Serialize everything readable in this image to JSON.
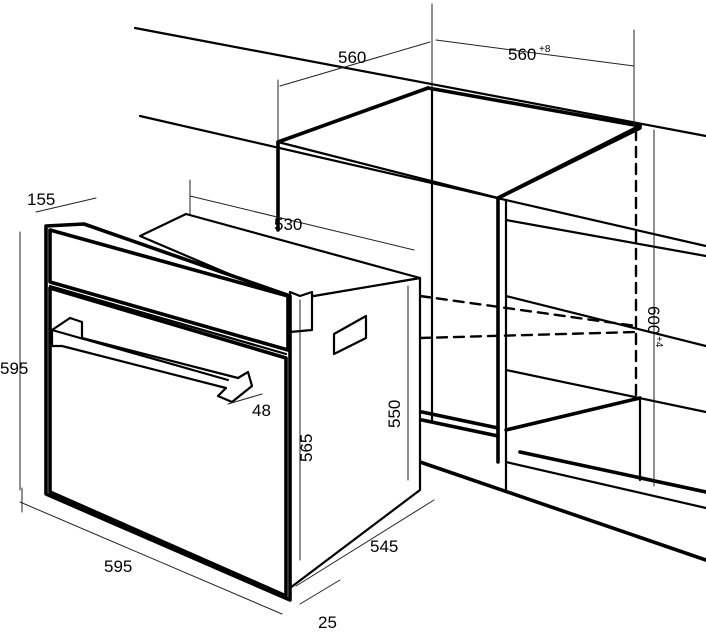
{
  "dimensions": {
    "niche_depth": "560",
    "niche_width": "560",
    "niche_width_tol": "+8",
    "niche_height": "600",
    "niche_height_tol": "+4",
    "panel_offset": "155",
    "body_depth_top": "530",
    "front_height": "595",
    "front_width": "595",
    "handle_depth": "48",
    "body_height_front": "565",
    "body_height_side": "550",
    "body_depth": "545",
    "front_thickness": "25"
  },
  "colors": {
    "line": "#000000",
    "background": "#ffffff"
  }
}
